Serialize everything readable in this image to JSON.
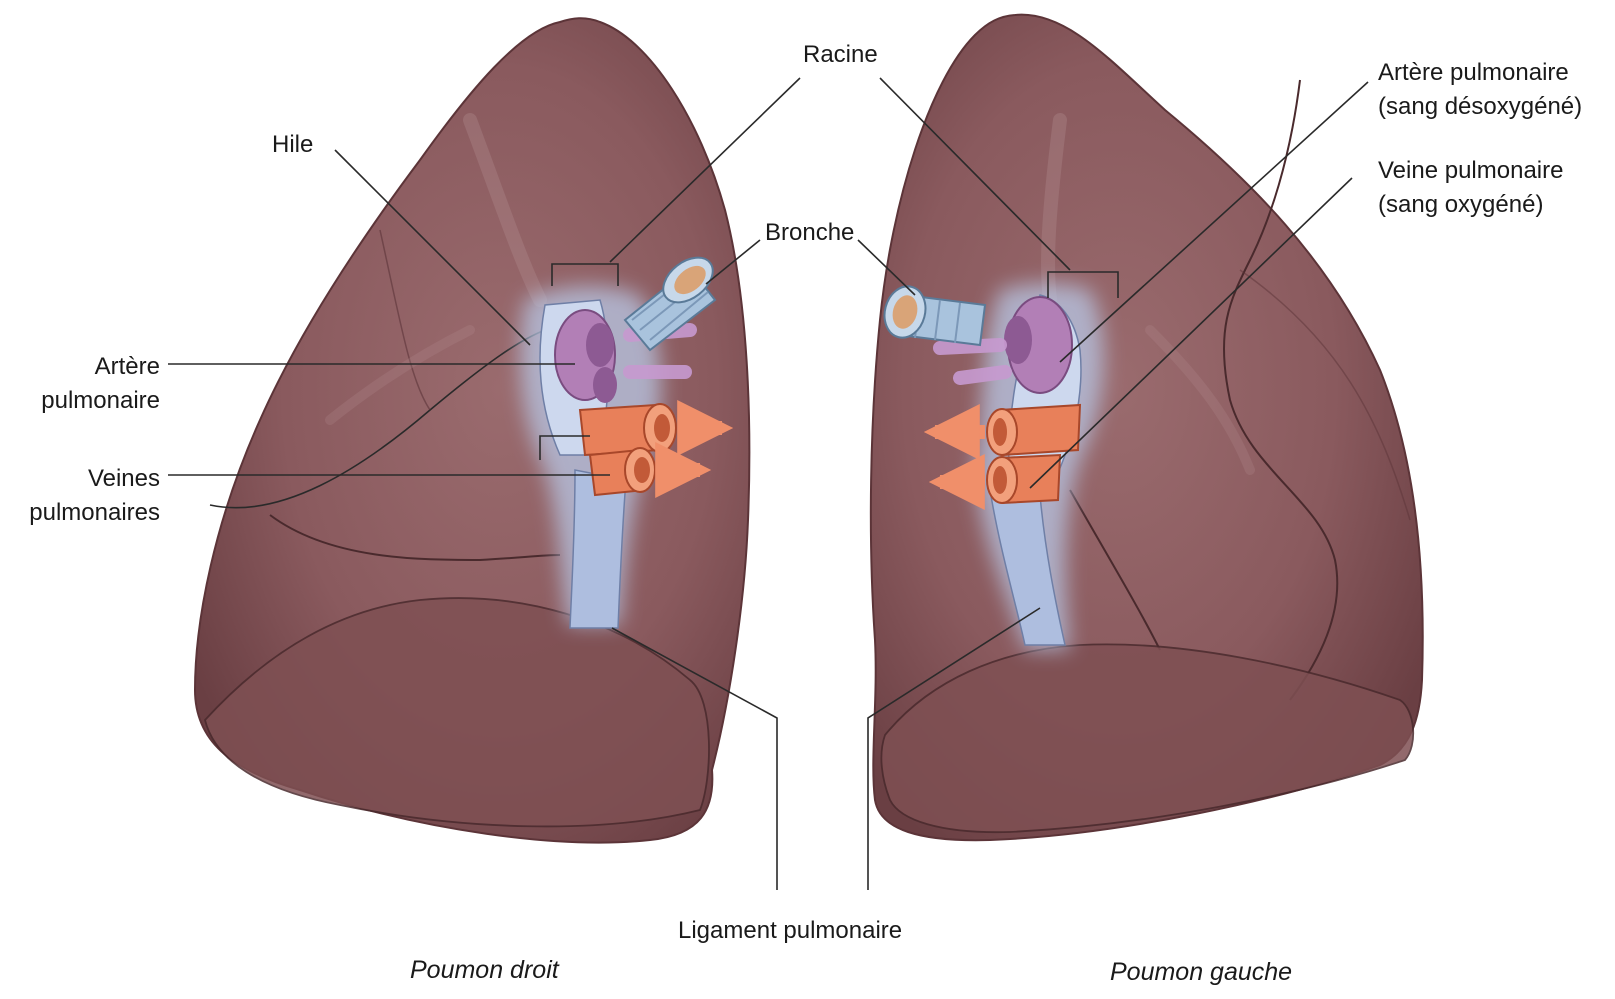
{
  "labels": {
    "racine": "Racine",
    "hile": "Hile",
    "bronche": "Bronche",
    "artere_left_1": "Artère",
    "artere_left_2": "pulmonaire",
    "veines_1": "Veines",
    "veines_2": "pulmonaires",
    "artere_right_1": "Artère pulmonaire",
    "artere_right_2": "(sang désoxygéné)",
    "veine_right_1": "Veine pulmonaire",
    "veine_right_2": "(sang oxygéné)",
    "ligament": "Ligament pulmonaire"
  },
  "captions": {
    "left": "Poumon droit",
    "right": "Poumon gauche"
  },
  "colors": {
    "lung": "#8a5a5e",
    "lung_dark": "#6e4347",
    "lung_light": "#a67a7c",
    "pleura": "#b8c8e6",
    "artery": "#b27fb6",
    "vein": "#e8805a",
    "bronchus": "#a9c3dd"
  }
}
